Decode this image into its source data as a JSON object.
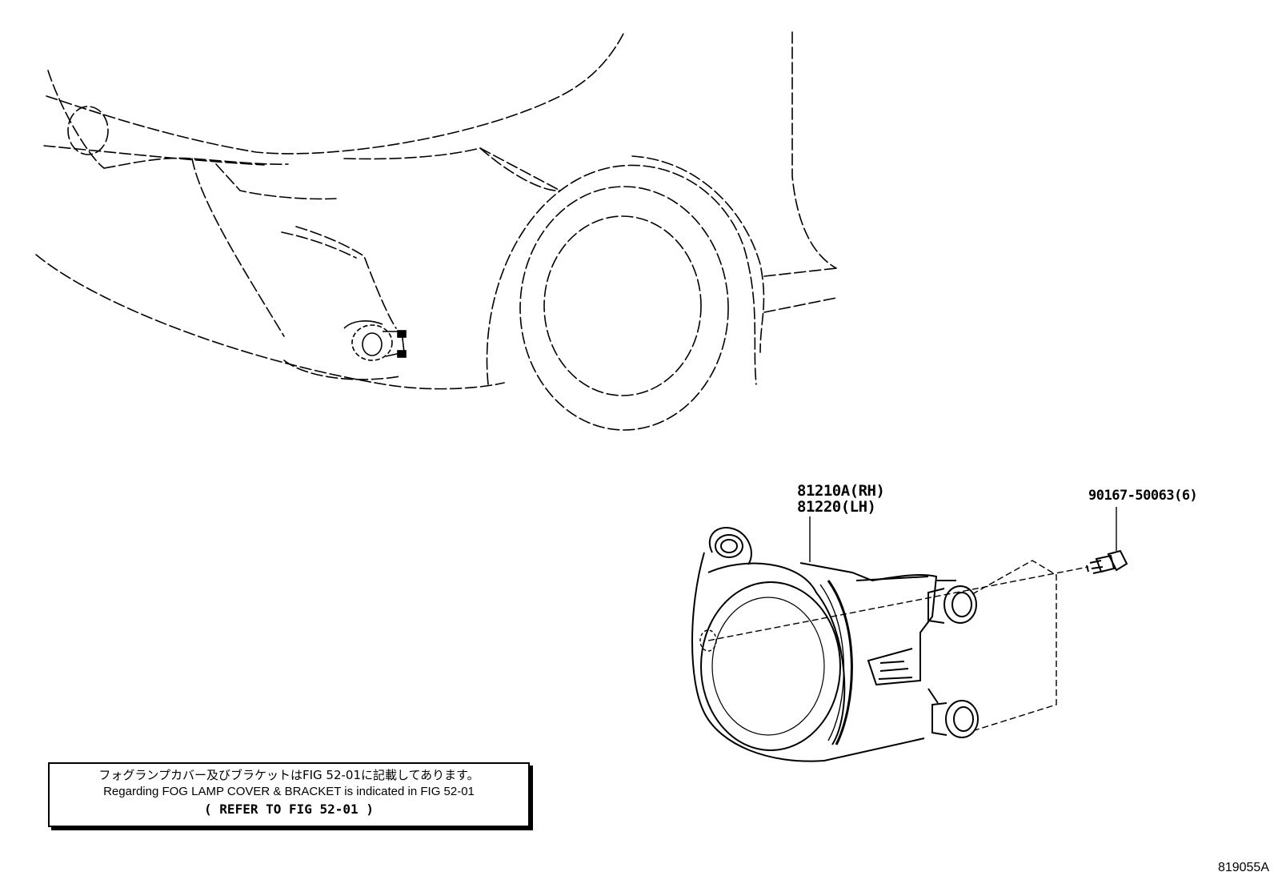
{
  "parts": {
    "lamp": {
      "number_rh": "81210A(RH)",
      "number_lh": "81220(LH)"
    },
    "bolt": {
      "number": "90167-50063(6)"
    }
  },
  "note": {
    "japanese": "フォグランプカバー及びブラケットはFIG 52-01に記載してあります。",
    "english": "Regarding FOG LAMP COVER & BRACKET is indicated in FIG 52-01",
    "reference": "(  REFER TO FIG 52-01  )"
  },
  "figure_number": "819055A"
}
